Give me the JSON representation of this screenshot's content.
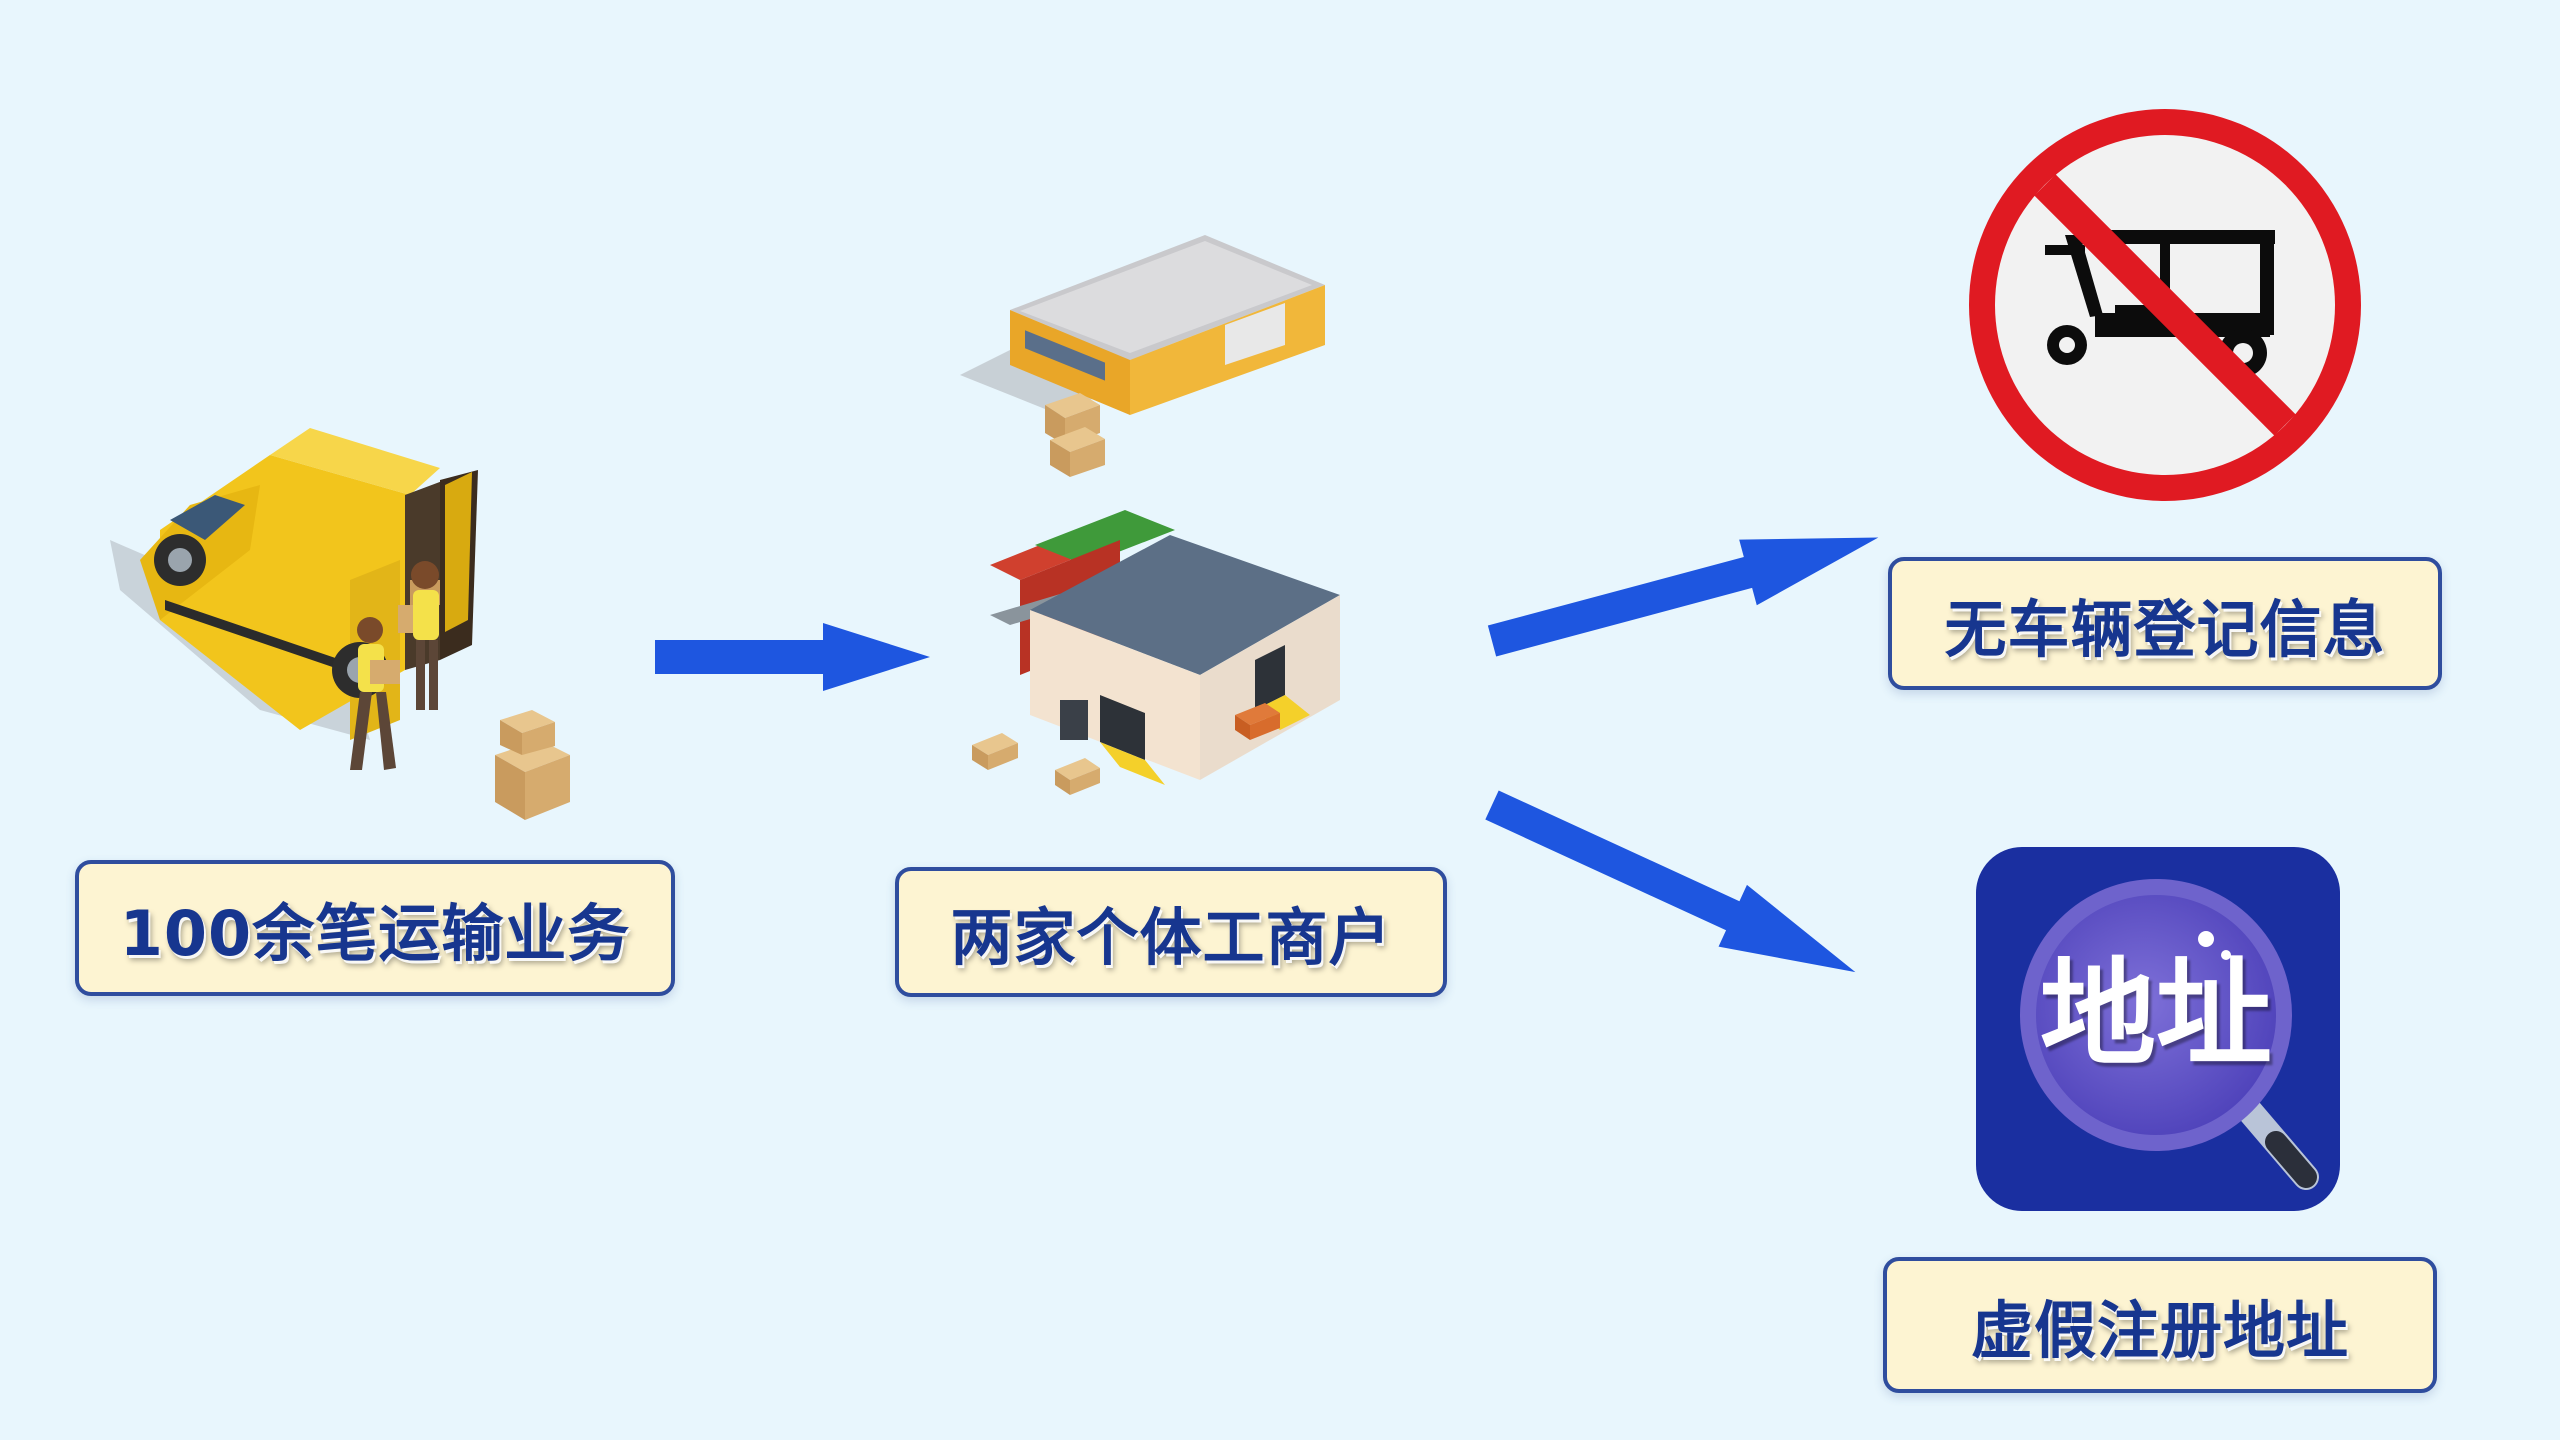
{
  "nodes": {
    "transport": {
      "label": "100余笔运输业务",
      "icon": "delivery-van-icon"
    },
    "merchants": {
      "label": "两家个体工商户",
      "icon": "warehouse-icon"
    },
    "no_vehicle": {
      "label": "无车辆登记信息",
      "icon": "no-vehicle-sign-icon"
    },
    "fake_address": {
      "label": "虚假注册地址",
      "icon": "address-search-icon",
      "icon_text": "地址"
    }
  },
  "edges": [
    {
      "from": "transport",
      "to": "merchants"
    },
    {
      "from": "merchants",
      "to": "no_vehicle"
    },
    {
      "from": "merchants",
      "to": "fake_address"
    }
  ],
  "colors": {
    "background": "#e8f6fd",
    "label_fill": "#fdf4d2",
    "label_border": "#2f4d9e",
    "label_text": "#17368f",
    "arrow": "#1e56e0",
    "prohibit_red": "#e01a22",
    "app_icon_blue": "#1a2fa0"
  }
}
